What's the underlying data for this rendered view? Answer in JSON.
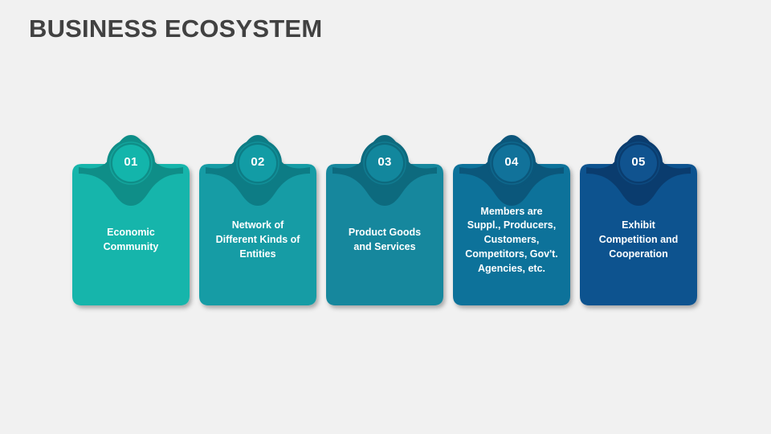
{
  "slide": {
    "title": "BUSINESS ECOSYSTEM",
    "background_color": "#f1f1f1",
    "title_color": "#414141"
  },
  "cards": [
    {
      "number": "01",
      "label": "Economic\nCommunity",
      "body_color": "#13b5ab",
      "hump_color": "#0f8e88",
      "ring_color": "#14a49c"
    },
    {
      "number": "02",
      "label": "Network of\nDifferent Kinds of\nEntities",
      "body_color": "#129ca5",
      "hump_color": "#0d7c85",
      "ring_color": "#118f98"
    },
    {
      "number": "03",
      "label": "Product Goods\nand Services",
      "body_color": "#12879d",
      "hump_color": "#0d6a7e",
      "ring_color": "#117b90"
    },
    {
      "number": "04",
      "label": "Members are\nSuppl., Producers,\nCustomers,\nCompetitors, Gov't.\nAgencies, etc.",
      "body_color": "#11729a",
      "hump_color": "#0b577b",
      "ring_color": "#0f678c"
    },
    {
      "number": "05",
      "label": "Exhibit\nCompetition and\nCooperation",
      "body_color": "#10538f",
      "hump_color": "#0a3c6e",
      "ring_color": "#0d4a80"
    }
  ]
}
